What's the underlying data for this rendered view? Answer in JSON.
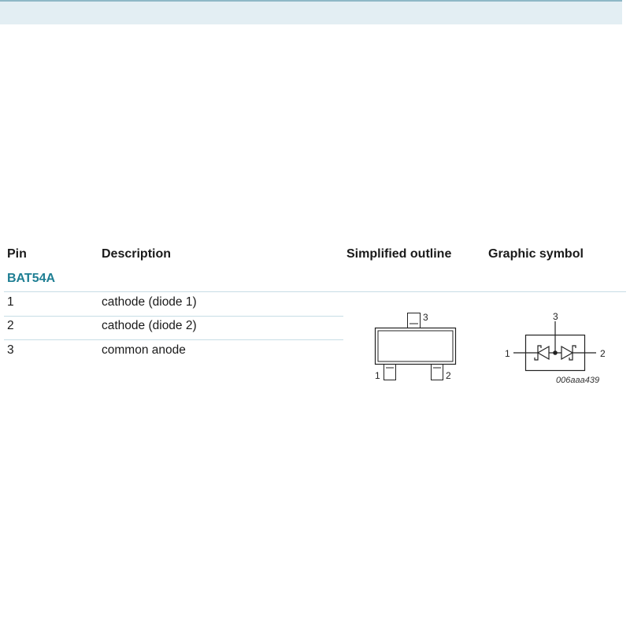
{
  "table": {
    "headers": [
      "Pin",
      "Description",
      "Simplified outline",
      "Graphic symbol"
    ],
    "group": "BAT54A",
    "rows": [
      {
        "pin": "1",
        "description": "cathode (diode 1)"
      },
      {
        "pin": "2",
        "description": "cathode (diode 2)"
      },
      {
        "pin": "3",
        "description": "common anode"
      }
    ]
  },
  "outline": {
    "pin_labels": [
      "1",
      "2",
      "3"
    ]
  },
  "symbol": {
    "pin_labels": [
      "1",
      "2",
      "3"
    ],
    "code": "006aaa439"
  },
  "colors": {
    "accent": "#1e7e93",
    "header_bg": "#e3eef3"
  }
}
